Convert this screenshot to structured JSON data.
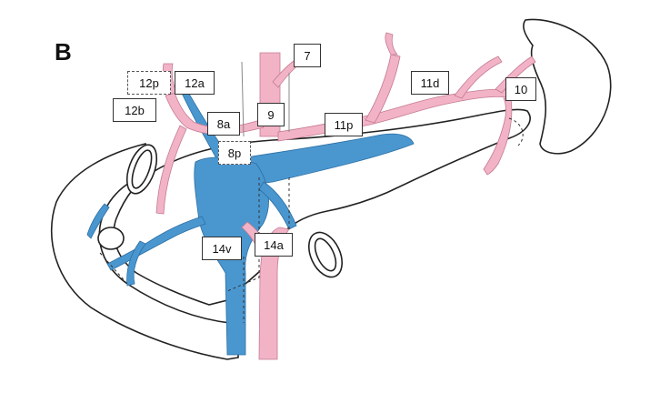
{
  "figure": {
    "panel_letter": "B"
  },
  "colors": {
    "artery": "#f2b3c6",
    "vein": "#4a97d0",
    "outline": "#222222"
  },
  "stations": {
    "s7": "7",
    "s9": "9",
    "s8a": "8a",
    "s8p": "8p",
    "s11p": "11p",
    "s11d": "11d",
    "s10": "10",
    "s12a": "12a",
    "s12p": "12p",
    "s12b": "12b",
    "s14v": "14v",
    "s14a": "14a"
  }
}
